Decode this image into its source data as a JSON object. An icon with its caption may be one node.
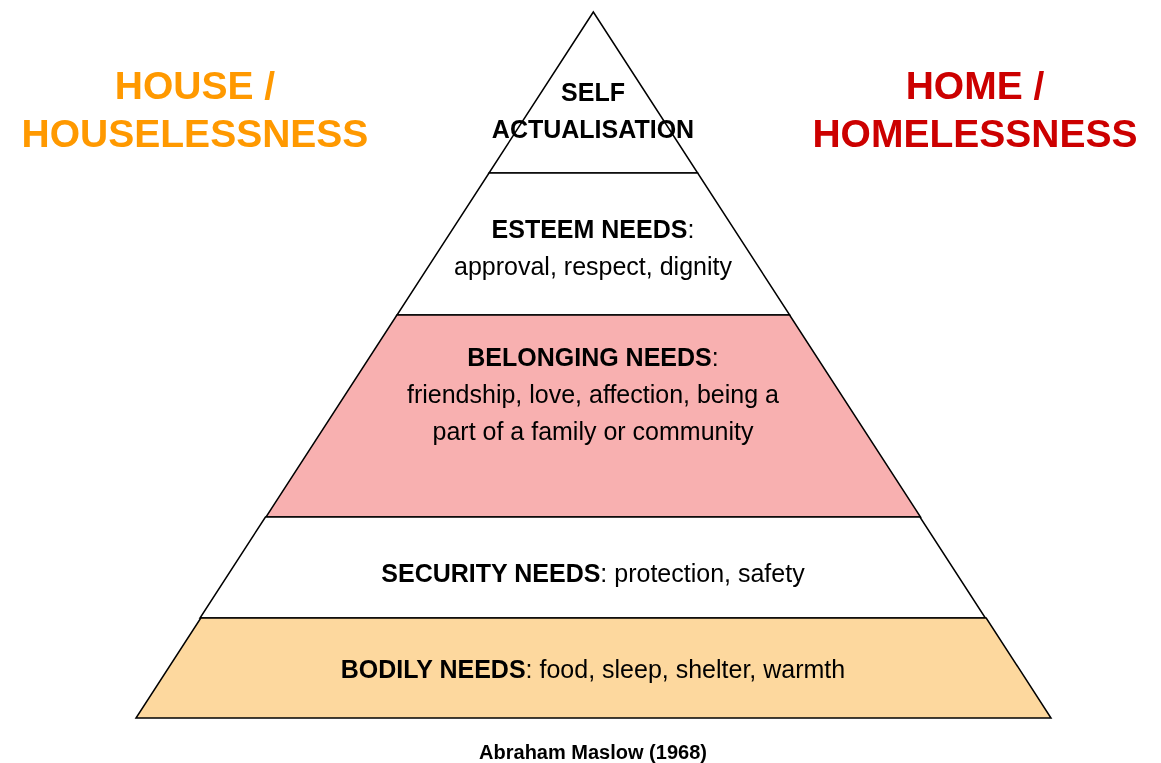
{
  "diagram": {
    "caption": "Abraham Maslow (1968)",
    "nodes": [
      {
        "text": [
          "SELF ACTUALISATION"
        ]
      },
      {
        "text": [
          "**ESTEEM NEEDS**:",
          "approval, respect, dignity"
        ]
      },
      {
        "text": [
          "**BELONGING NEEDS**:",
          "friendship, love, affection, being a part of a family or community"
        ]
      },
      {
        "text": [
          "**SECURITY NEEDS**: protection, safety"
        ]
      },
      {
        "text": [
          "**BODILY NEEDS**: food, sleep, shelter, warmth"
        ]
      }
    ],
    "labels": [
      "HOUSE / HOUSELESSNESS",
      "HOME / HOMELESSNESS"
    ]
  }
}
